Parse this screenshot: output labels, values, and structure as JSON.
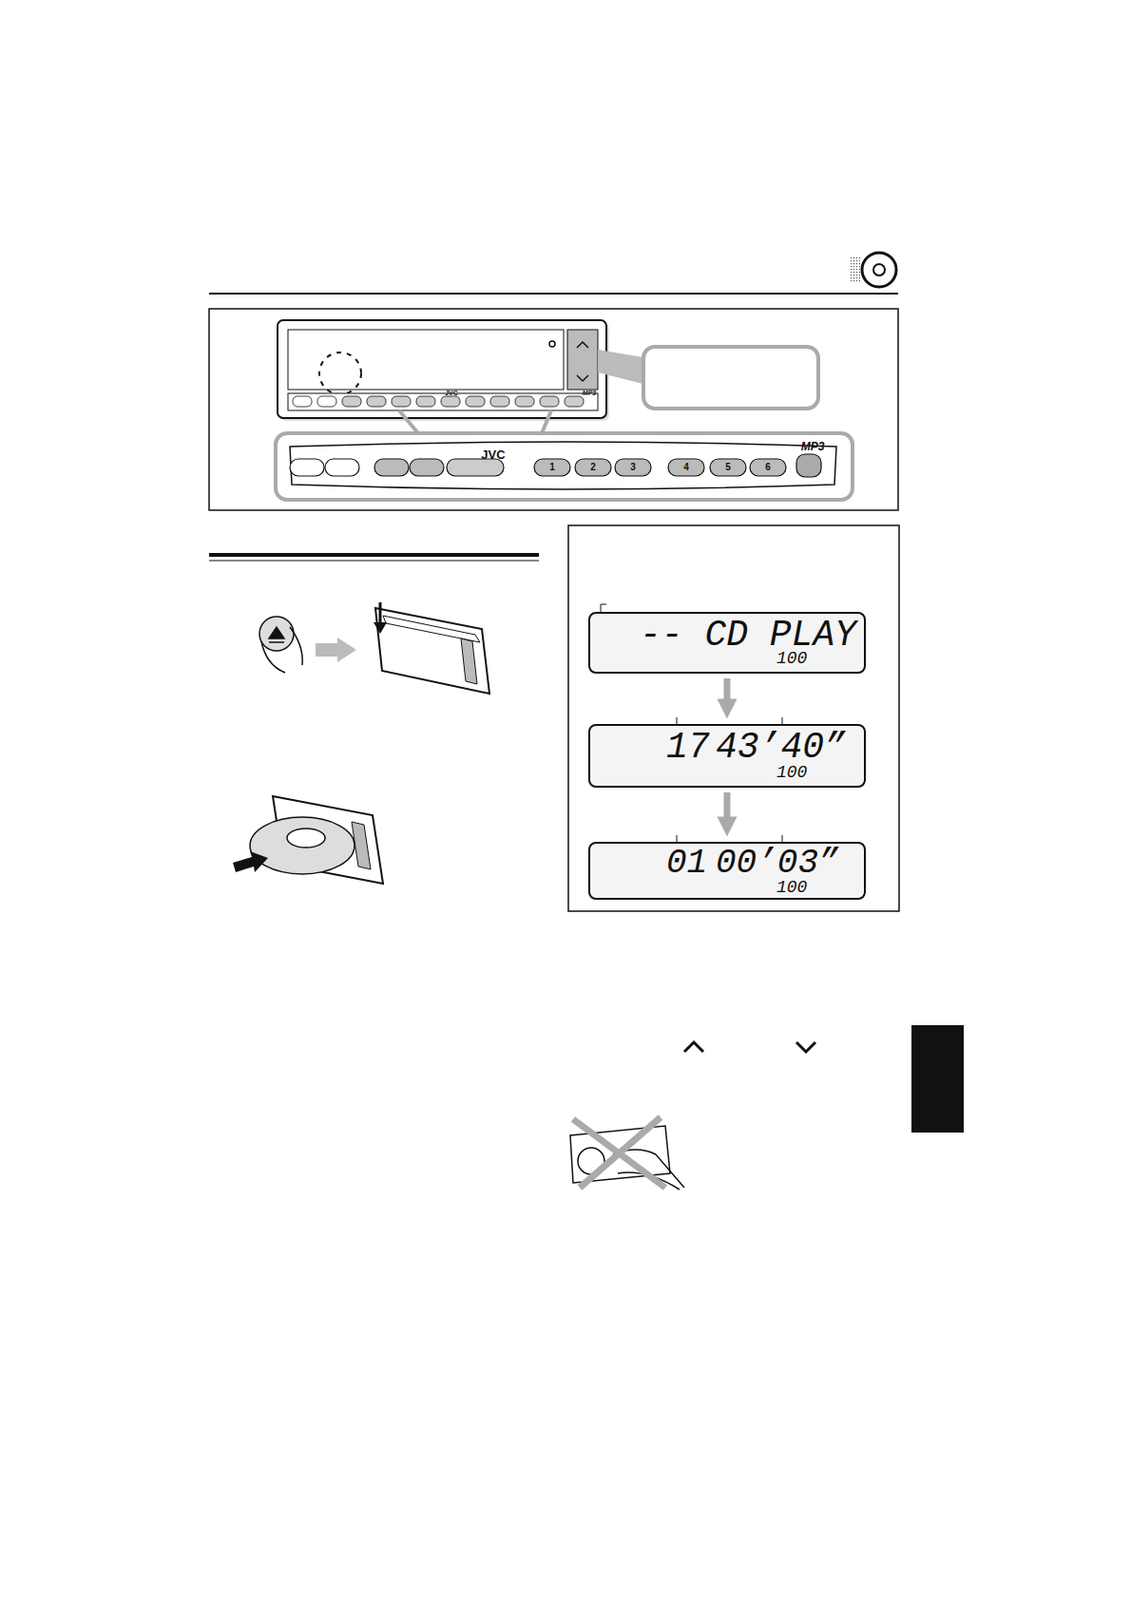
{
  "diagram": {
    "nodes": [
      {
        "text": [
          "-- CD PLAY",
          "100"
        ]
      },
      {
        "text": [
          "17",
          "43’40”",
          "100"
        ]
      },
      {
        "text": [
          "01",
          "00’03”",
          "100"
        ]
      }
    ],
    "edges": [
      {
        "from": 0,
        "to": 1,
        "arrow": "to"
      },
      {
        "from": 1,
        "to": 2,
        "arrow": "to"
      }
    ],
    "labels": [
      "JVC",
      "MP3",
      "JVC",
      "MP3",
      "1",
      "2",
      "3",
      "4",
      "5",
      "6"
    ]
  }
}
